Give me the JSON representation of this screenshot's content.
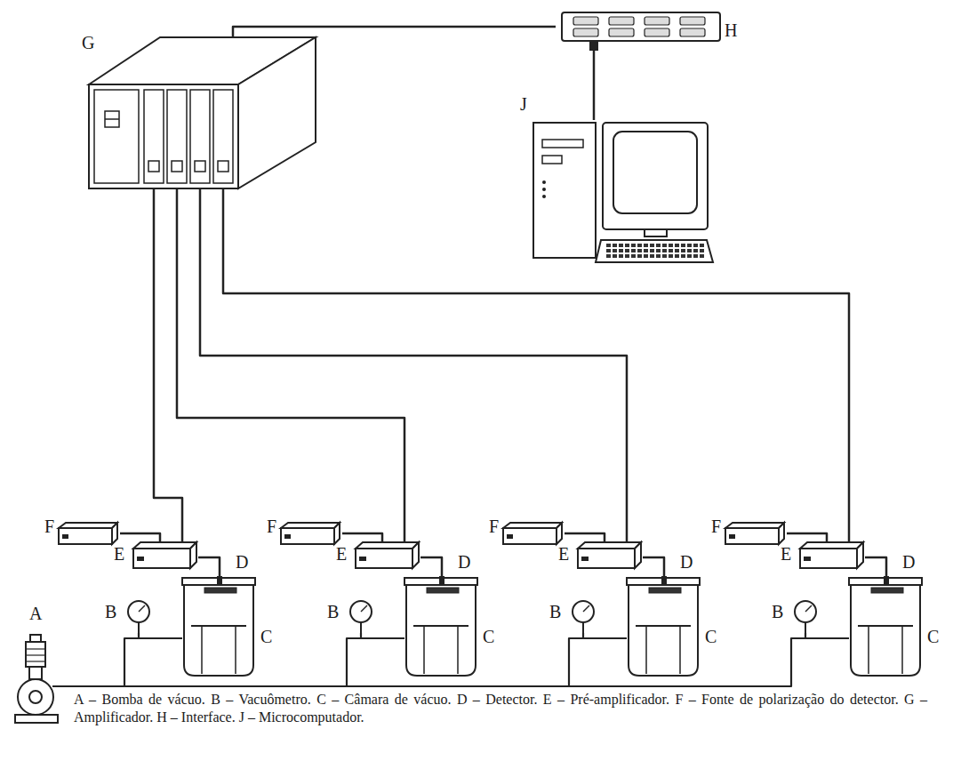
{
  "diagram": {
    "caption": "A – Bomba de vácuo. B – Vacuômetro. C – Câmara de vácuo. D – Detector. E – Pré-amplificador. F – Fonte de polarização do detector. G – Amplificador. H – Interface. J – Microcomputador.",
    "nodes": [
      {
        "text": [
          "G"
        ]
      },
      {
        "text": [
          "H"
        ]
      },
      {
        "text": [
          "J"
        ]
      },
      {
        "text": [
          "F"
        ]
      },
      {
        "text": [
          "E"
        ]
      },
      {
        "text": [
          "B"
        ]
      },
      {
        "text": [
          "C"
        ]
      },
      {
        "text": [
          "D"
        ],
        "in": 6
      },
      {
        "text": [
          "F"
        ]
      },
      {
        "text": [
          "E"
        ]
      },
      {
        "text": [
          "B"
        ]
      },
      {
        "text": [
          "C"
        ]
      },
      {
        "text": [
          "D"
        ],
        "in": 11
      },
      {
        "text": [
          "F"
        ]
      },
      {
        "text": [
          "E"
        ]
      },
      {
        "text": [
          "B"
        ]
      },
      {
        "text": [
          "C"
        ]
      },
      {
        "text": [
          "D"
        ],
        "in": 16
      },
      {
        "text": [
          "F"
        ]
      },
      {
        "text": [
          "E"
        ]
      },
      {
        "text": [
          "B"
        ]
      },
      {
        "text": [
          "C"
        ]
      },
      {
        "text": [
          "D"
        ],
        "in": 21
      },
      {
        "text": [
          "A"
        ]
      }
    ],
    "edges": [
      {
        "from": 0,
        "to": 1,
        "arrow": "none"
      },
      {
        "from": 1,
        "to": 2,
        "arrow": "none"
      },
      {
        "from": 0,
        "to": 4,
        "arrow": "none"
      },
      {
        "from": 3,
        "to": 4,
        "arrow": "none"
      },
      {
        "from": 4,
        "to": 7,
        "arrow": "none"
      },
      {
        "from": 5,
        "to": 6,
        "arrow": "none"
      },
      {
        "from": 23,
        "to": 6,
        "arrow": "none"
      },
      {
        "from": 0,
        "to": 9,
        "arrow": "none"
      },
      {
        "from": 8,
        "to": 9,
        "arrow": "none"
      },
      {
        "from": 9,
        "to": 12,
        "arrow": "none"
      },
      {
        "from": 10,
        "to": 11,
        "arrow": "none"
      },
      {
        "from": 23,
        "to": 11,
        "arrow": "none"
      },
      {
        "from": 0,
        "to": 14,
        "arrow": "none"
      },
      {
        "from": 13,
        "to": 14,
        "arrow": "none"
      },
      {
        "from": 14,
        "to": 17,
        "arrow": "none"
      },
      {
        "from": 15,
        "to": 16,
        "arrow": "none"
      },
      {
        "from": 23,
        "to": 16,
        "arrow": "none"
      },
      {
        "from": 0,
        "to": 19,
        "arrow": "none"
      },
      {
        "from": 18,
        "to": 19,
        "arrow": "none"
      },
      {
        "from": 19,
        "to": 22,
        "arrow": "none"
      },
      {
        "from": 20,
        "to": 21,
        "arrow": "none"
      },
      {
        "from": 23,
        "to": 21,
        "arrow": "none"
      }
    ]
  }
}
